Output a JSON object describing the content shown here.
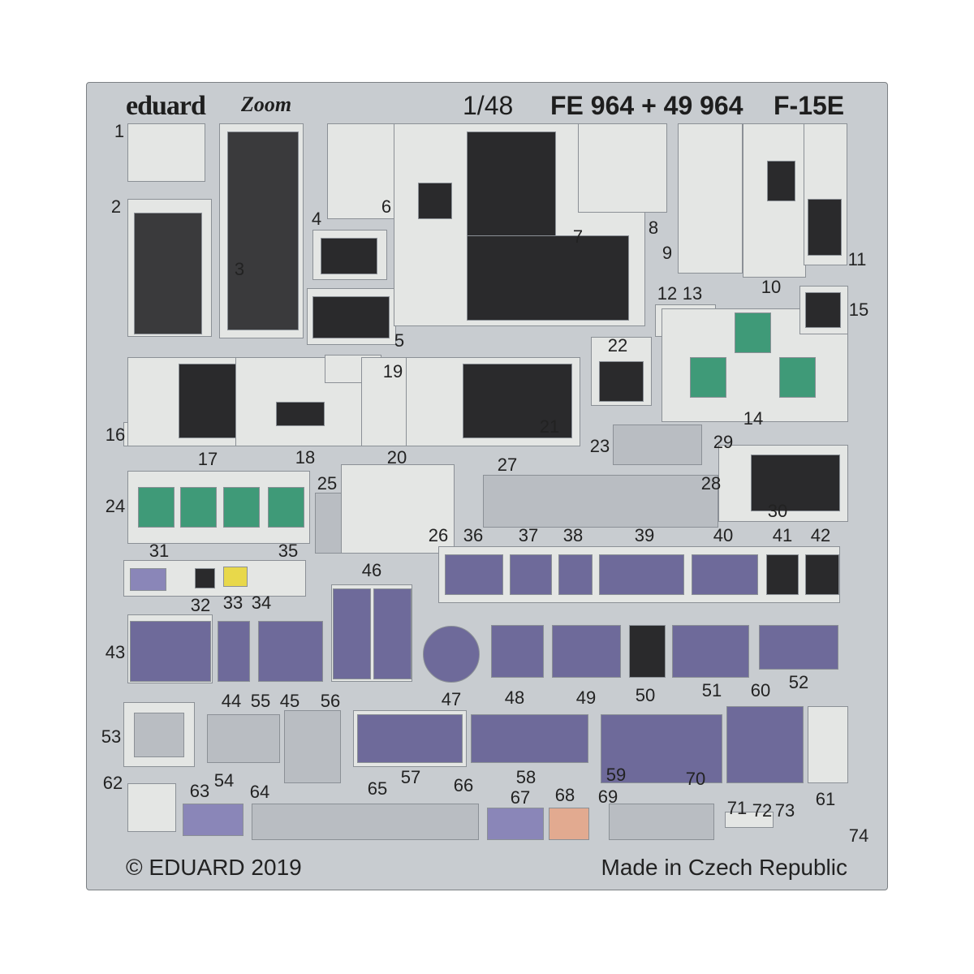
{
  "header": {
    "brand": "eduard",
    "line": "Zoom",
    "scale": "1/48",
    "codes": "FE 964 + 49 964",
    "model": "F-15E"
  },
  "part_numbers": [
    "1",
    "2",
    "3",
    "4",
    "5",
    "6",
    "7",
    "8",
    "9",
    "10",
    "11",
    "12",
    "13",
    "14",
    "15",
    "16",
    "17",
    "18",
    "19",
    "20",
    "21",
    "22",
    "23",
    "24",
    "25",
    "26",
    "27",
    "28",
    "29",
    "30",
    "31",
    "32",
    "33",
    "34",
    "35",
    "36",
    "37",
    "38",
    "39",
    "40",
    "41",
    "42",
    "43",
    "44",
    "45",
    "46",
    "47",
    "48",
    "49",
    "50",
    "51",
    "52",
    "53",
    "54",
    "55",
    "56",
    "57",
    "58",
    "59",
    "60",
    "61",
    "62",
    "63",
    "64",
    "65",
    "66",
    "67",
    "68",
    "69",
    "70",
    "71",
    "72",
    "73",
    "74"
  ],
  "footer": {
    "copyright": "© EDUARD 2019",
    "origin": "Made in Czech Republic"
  },
  "colors": {
    "fret": "#c8ccd0",
    "panel_purple": "#6e6a9a",
    "dark": "#2a2a2c",
    "mfd_green": "#3f9a78",
    "light_panel": "#e4e6e4"
  }
}
